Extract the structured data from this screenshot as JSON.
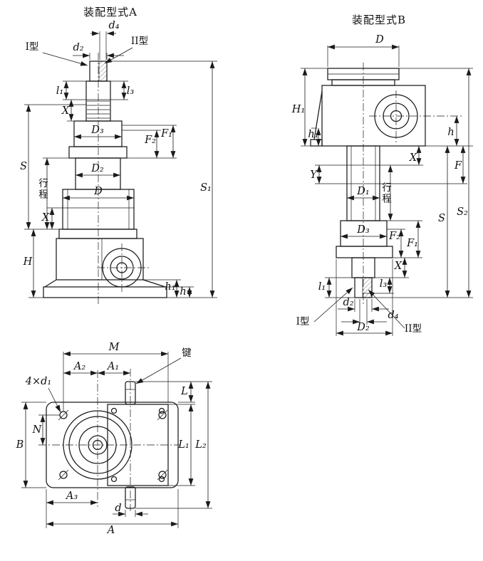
{
  "style": {
    "line_color": "#1a1a1a",
    "background": "#ffffff"
  },
  "drawing": {
    "view_a": {
      "title": "装配型式A",
      "d4": "d₄",
      "type1": "I型",
      "type2": "II型",
      "d2": "d₂",
      "l1": "l₁",
      "l3": "l₃",
      "x_upper": "X",
      "D3": "D₃",
      "F2": "F₂",
      "F1": "F₁",
      "S": "S",
      "D2": "D₂",
      "travel": "行程",
      "D": "D",
      "x_lower": "X",
      "S1": "S₁",
      "H": "H",
      "h1": "h₁",
      "h": "h"
    },
    "view_b": {
      "title": "装配型式B",
      "D": "D",
      "H1": "H₁",
      "h1": "h₁",
      "h": "h",
      "Y": "Y",
      "x_upper": "X",
      "F": "F",
      "D1": "D₁",
      "travel": "行程",
      "S2": "S₂",
      "S": "S",
      "D3": "D₃",
      "F2": "F₂",
      "F1": "F₁",
      "x_lower": "X",
      "l1": "l₁",
      "l3": "l₃",
      "d2": "d₂",
      "d4": "d₄",
      "D2": "D₂",
      "type1": "I型",
      "type2": "II型"
    },
    "view_plan": {
      "M": "M",
      "key": "键",
      "A2": "A₂",
      "A1": "A₁",
      "d1_note": "4×d₁",
      "L": "L",
      "B": "B",
      "N": "N",
      "L1": "L₁",
      "L2": "L₂",
      "A3": "A₃",
      "d": "d",
      "A": "A"
    }
  }
}
